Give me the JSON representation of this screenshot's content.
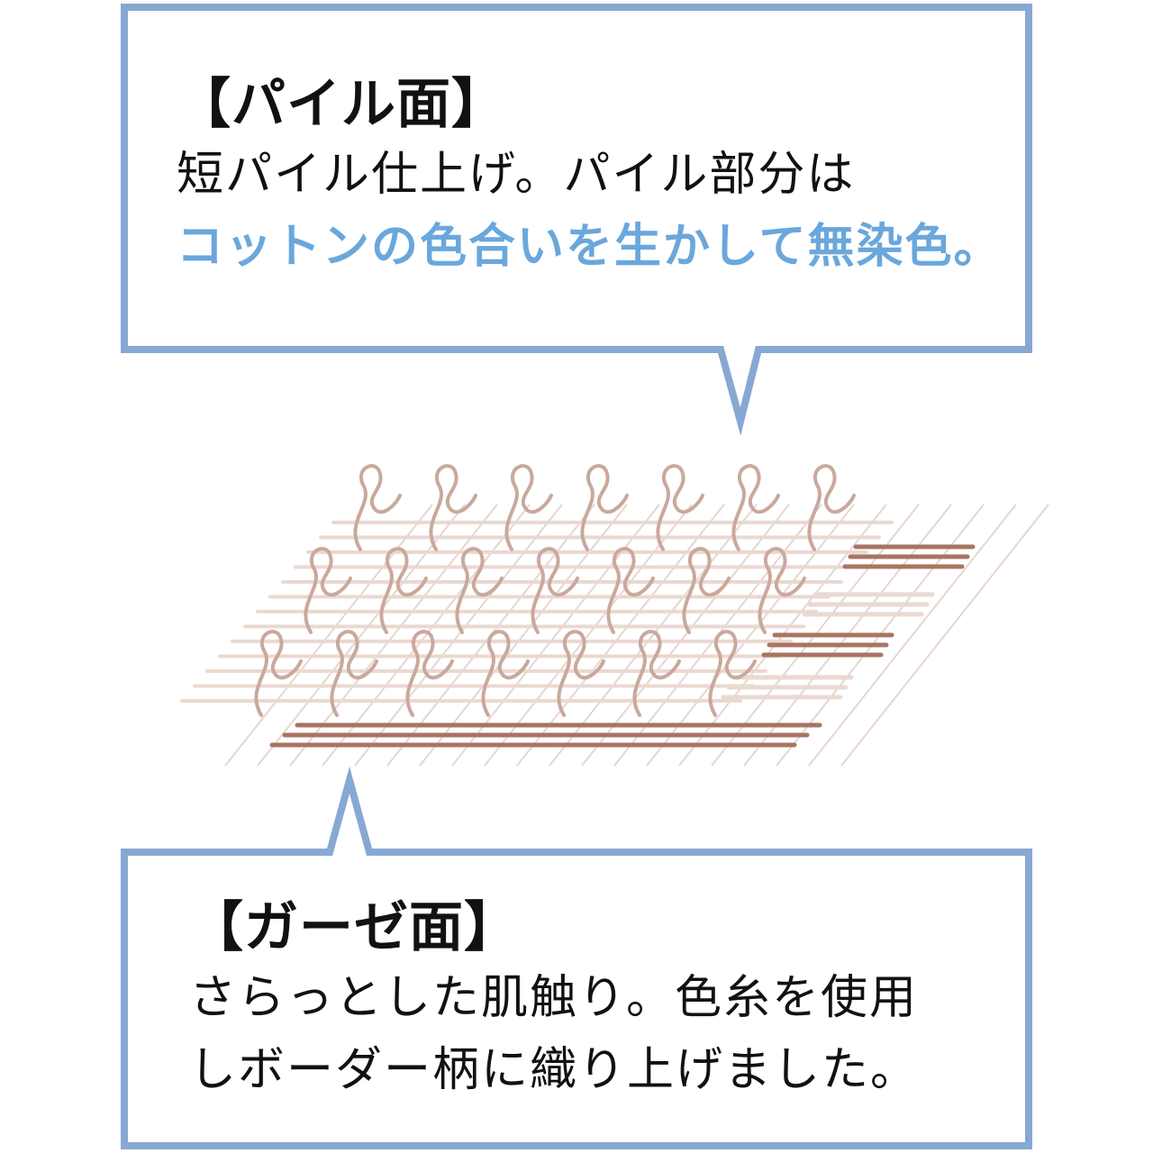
{
  "colors": {
    "border": "#87a8d2",
    "accent_text": "#6aa7dc",
    "body_text": "#111111",
    "pile_yarn": "#c9a99c",
    "base_weft": "#ead9d1",
    "border_stripe": "#a97462",
    "warp": "#dcc6bc"
  },
  "pile_face": {
    "heading": "【パイル面】",
    "line1": "短パイル仕上げ。パイル部分は",
    "line2": "コットンの色合いを生かして無染色。"
  },
  "gauze_face": {
    "heading": "【ガーゼ面】",
    "line1": "さらっとした肌触り。色糸を使用",
    "line2": "しボーダー柄に織り上げました。"
  }
}
